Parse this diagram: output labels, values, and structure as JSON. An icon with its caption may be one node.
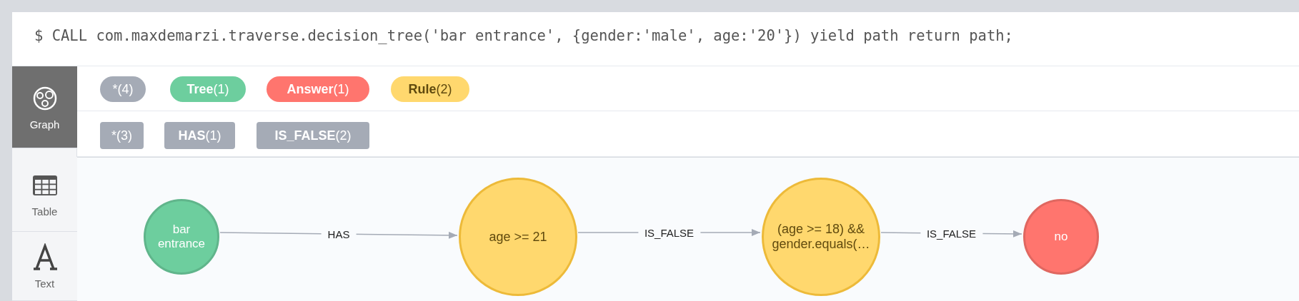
{
  "diagram": {
    "nodes": [
      {
        "text": [
          "*(4)"
        ]
      },
      {
        "text": [
          "**Tree**(1)"
        ]
      },
      {
        "text": [
          "**Answer**(1)"
        ]
      },
      {
        "text": [
          "**Rule**(2)"
        ]
      },
      {
        "text": [
          "*(3)"
        ]
      },
      {
        "text": [
          "**HAS**(1)"
        ]
      },
      {
        "text": [
          "**IS_FALSE**(2)"
        ]
      },
      {
        "text": [
          "bar entrance"
        ]
      },
      {
        "text": [
          "age >= 21"
        ]
      },
      {
        "text": [
          "(age >= 18) && gender.equals(…"
        ]
      },
      {
        "text": [
          "no"
        ]
      }
    ],
    "edges": [
      {
        "from": 7,
        "to": 8,
        "arrow": "to",
        "label": "HAS"
      },
      {
        "from": 8,
        "to": 9,
        "arrow": "to",
        "label": "IS_FALSE"
      },
      {
        "from": 9,
        "to": 10,
        "arrow": "to",
        "label": "IS_FALSE"
      }
    ],
    "labels": [
      "$ CALL com.maxdemarzi.traverse.decision_tree('bar entrance', {gender:'male', age:'20'}) yield path return path;",
      "Graph",
      "Table",
      "Text"
    ]
  }
}
